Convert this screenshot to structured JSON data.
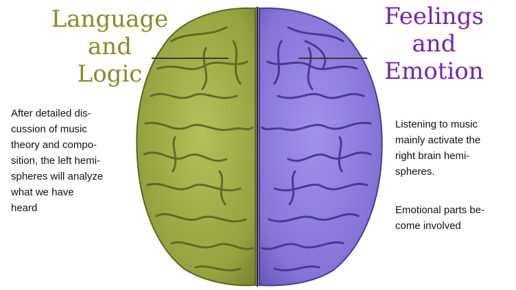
{
  "left": {
    "title_lines": [
      "Language",
      "and",
      "Logic"
    ],
    "text": "After detailed dis-\ncussion of music\ntheory and compo-\nsition, the left hemi-\nspheres will analyze\nwhat we  have\nheard",
    "color": "#8a8a24",
    "hemisphere_color": "#9aa843"
  },
  "right": {
    "title_lines": [
      "Feelings",
      "and",
      "Emotion"
    ],
    "text_1": "Listening to music\nmainly activate the\nright brain hemi-\nspheres.",
    "text_2": "Emotional parts be-\ncome involved",
    "color": "#7a22b0",
    "hemisphere_color": "#8a78d8"
  }
}
